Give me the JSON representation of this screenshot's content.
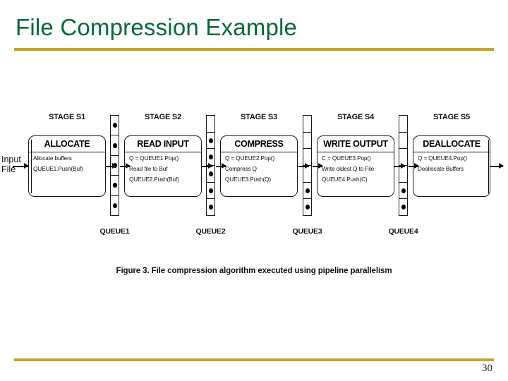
{
  "slide": {
    "title": "File Compression Example",
    "page_number": "30",
    "accent_color": "#c9a227",
    "title_color": "#046a38"
  },
  "figure": {
    "caption": "Figure 3. File compression algorithm executed using pipeline parallelism",
    "input_label_line1": "Input",
    "input_label_line2": "File",
    "stages": [
      {
        "label": "STAGE S1",
        "name": "ALLOCATE",
        "lines": [
          "Allocate buffers",
          "QUEUE1.Push(Buf)"
        ]
      },
      {
        "label": "STAGE S2",
        "name": "READ INPUT",
        "lines": [
          "Q = QUEUE1.Pop()",
          "Read file to Buf",
          "QUEUE2.Push(Buf)"
        ]
      },
      {
        "label": "STAGE S3",
        "name": "COMPRESS",
        "lines": [
          "Q = QUEUE2.Pop()",
          "Compress Q",
          "QUEUE3.Push(Q)"
        ]
      },
      {
        "label": "STAGE S4",
        "name": "WRITE OUTPUT",
        "lines": [
          "C = QUEUE3.Pop()",
          "Write oldest Q to File",
          "QUEUE4.Push(C)"
        ]
      },
      {
        "label": "STAGE S5",
        "name": "DEALLOCATE",
        "lines": [
          "Q = QUEUE4.Pop()",
          "Deallocate Buffers"
        ]
      }
    ],
    "queues": [
      {
        "label": "QUEUE1",
        "cells": 5,
        "filled": [
          true,
          true,
          true,
          true,
          true
        ]
      },
      {
        "label": "QUEUE2",
        "cells": 6,
        "filled": [
          false,
          true,
          true,
          true,
          true,
          true
        ]
      },
      {
        "label": "QUEUE3",
        "cells": 6,
        "filled": [
          false,
          false,
          false,
          false,
          true,
          true
        ]
      },
      {
        "label": "QUEUE4",
        "cells": 6,
        "filled": [
          false,
          false,
          false,
          false,
          true,
          true
        ]
      }
    ]
  }
}
